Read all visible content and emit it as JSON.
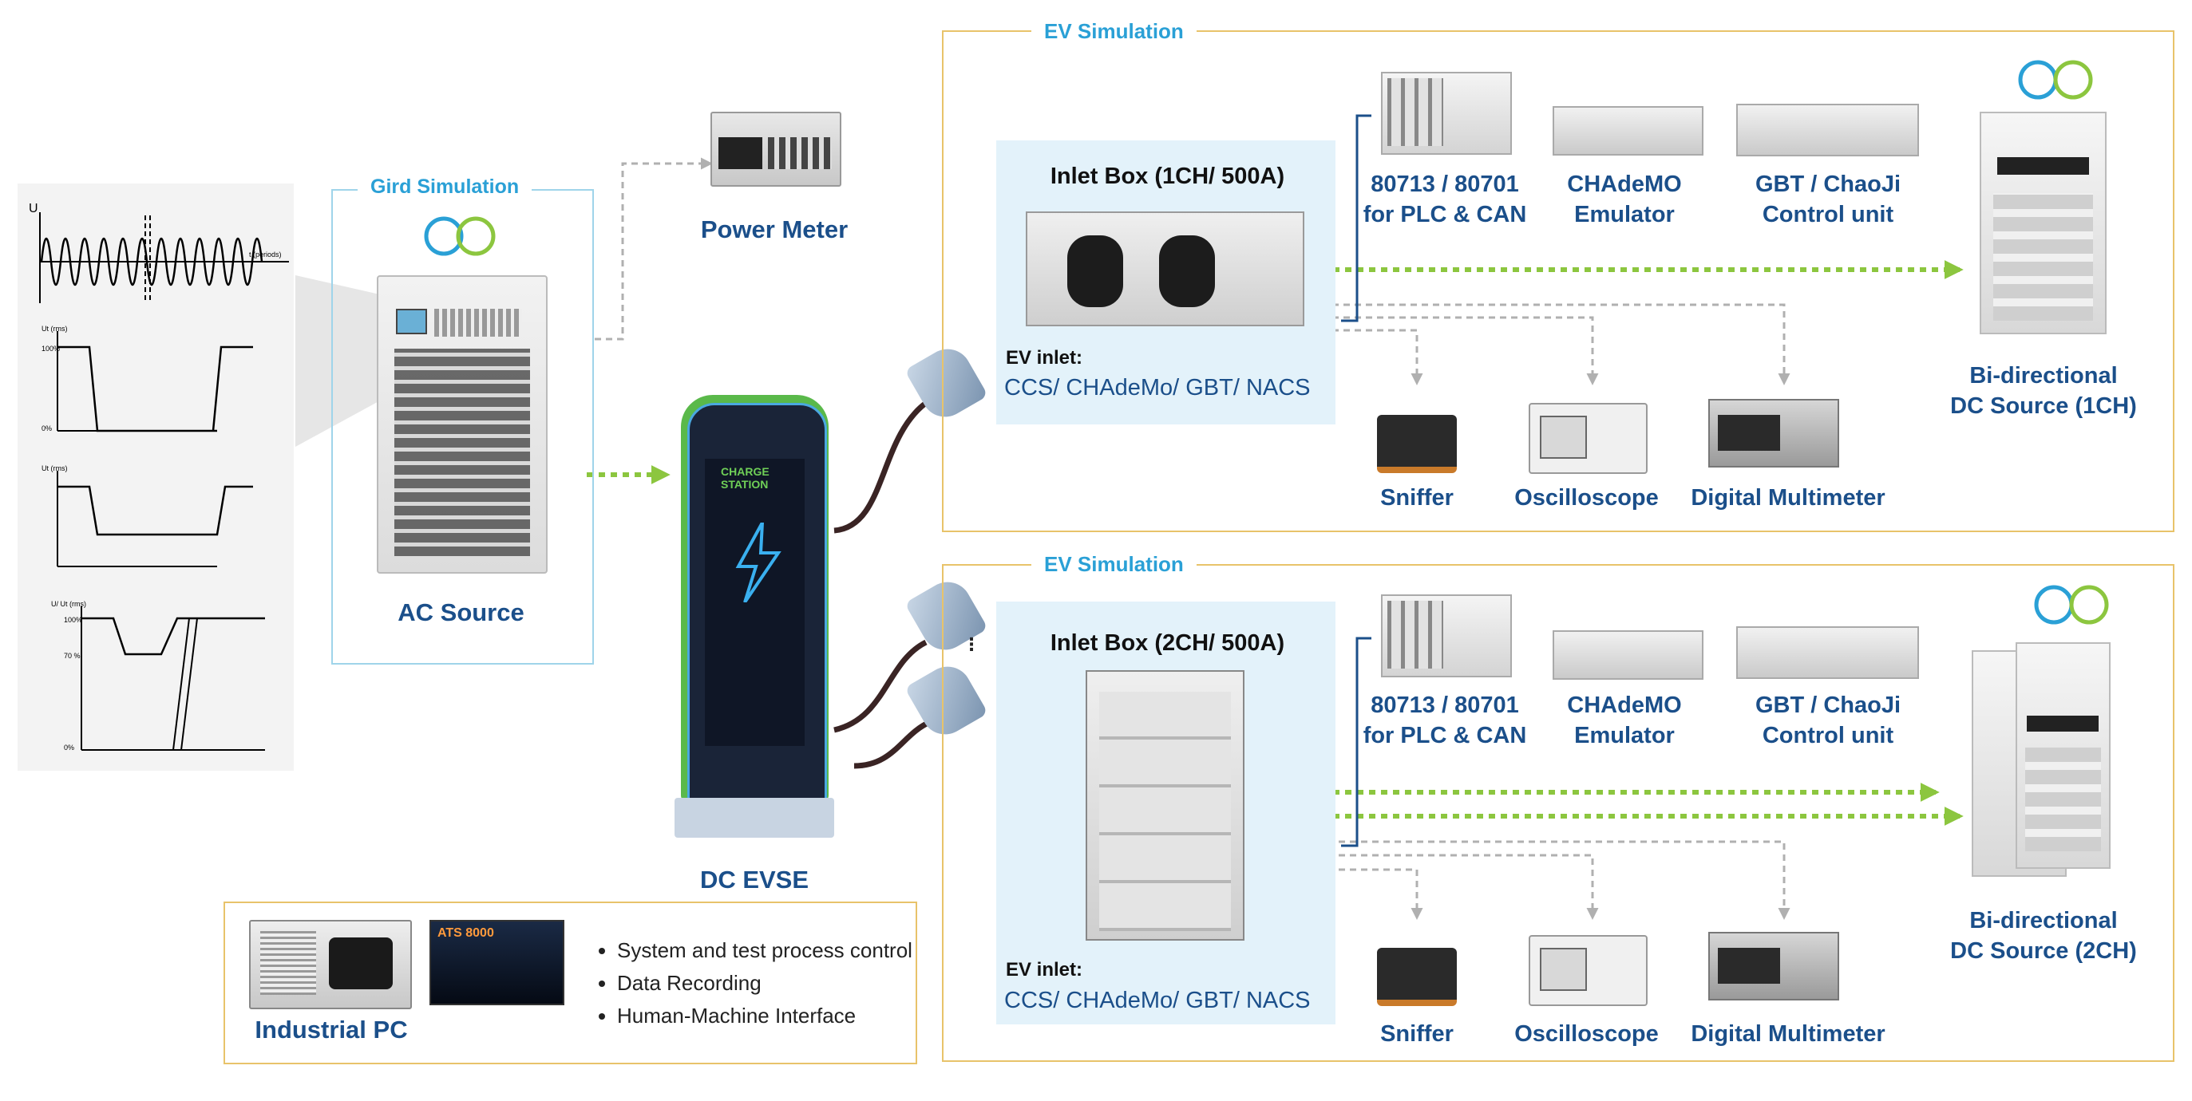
{
  "grid": {
    "title": "Gird Simulation",
    "ac_source": "AC Source",
    "power_meter": "Power Meter",
    "waveform_labels": {
      "u": "U",
      "t": "t (periods)",
      "ut1": "Ut (rms)",
      "ut2": "Ut (rms)",
      "ut3": "U/ Ut (rms)",
      "pct100": "100%",
      "pct0": "0%",
      "pct70": "70 %"
    }
  },
  "evse": {
    "label": "DC EVSE",
    "screen_text": "CHARGE STATION"
  },
  "ev_top": {
    "title": "EV Simulation",
    "inlet_box": "Inlet Box (1CH/ 500A)",
    "ev_inlet_label": "EV inlet:",
    "ev_inlet_types": "CCS/ CHAdeMo/ GBT/ NACS",
    "plc_line1": "80713 / 80701",
    "plc_line2": "for PLC & CAN",
    "chademo_line1": "CHAdeMO",
    "chademo_line2": "Emulator",
    "gbt_line1": "GBT / ChaoJi",
    "gbt_line2": "Control unit",
    "sniffer": "Sniffer",
    "oscilloscope": "Oscilloscope",
    "multimeter": "Digital Multimeter",
    "dc_line1": "Bi-directional",
    "dc_line2": "DC Source (1CH)"
  },
  "ev_bottom": {
    "title": "EV Simulation",
    "inlet_box": "Inlet Box (2CH/ 500A)",
    "ev_inlet_label": "EV inlet:",
    "ev_inlet_types": "CCS/ CHAdeMo/ GBT/ NACS",
    "plc_line1": "80713 / 80701",
    "plc_line2": "for PLC & CAN",
    "chademo_line1": "CHAdeMO",
    "chademo_line2": "Emulator",
    "gbt_line1": "GBT / ChaoJi",
    "gbt_line2": "Control unit",
    "sniffer": "Sniffer",
    "oscilloscope": "Oscilloscope",
    "multimeter": "Digital Multimeter",
    "dc_line1": "Bi-directional",
    "dc_line2": "DC Source (2CH)"
  },
  "ipc": {
    "label": "Industrial PC",
    "software_name": "ATS 8000",
    "bullets": [
      "System and test process control",
      "Data Recording",
      "Human-Machine Interface"
    ]
  },
  "colors": {
    "accent_blue": "#2aa0d6",
    "label_navy": "#1b4f8a",
    "frame_gold": "#e8c36a",
    "arrow_green": "#8cc63f",
    "panel_lightblue": "#e3f2fa"
  }
}
